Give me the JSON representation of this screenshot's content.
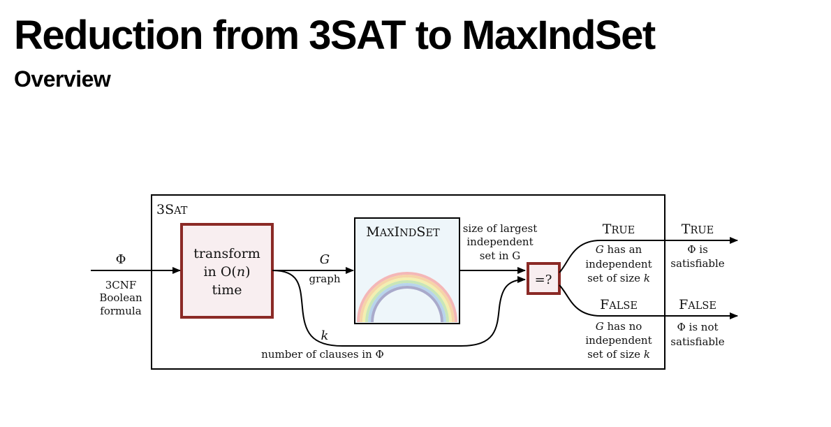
{
  "title": "Reduction from 3SAT to MaxIndSet",
  "subtitle": "Overview",
  "diagram": {
    "outer_label": {
      "first": "3S",
      "rest": "AT"
    },
    "input": {
      "symbol": "Φ",
      "desc": [
        "3CNF",
        "Boolean",
        "formula"
      ]
    },
    "transform": {
      "lines": [
        "transform",
        "in O(",
        "n",
        ")",
        "time"
      ]
    },
    "graph_edge": {
      "symbol": "G",
      "desc": "graph"
    },
    "k_edge": {
      "symbol": "k",
      "desc": "number of clauses in Φ"
    },
    "solver": {
      "label": {
        "big1": "M",
        "small1": "AX",
        "big2": "I",
        "small2": "ND",
        "big3": "S",
        "small3": "ET"
      }
    },
    "solver_output": [
      "size of largest",
      "independent",
      "set in G"
    ],
    "compare": "=?",
    "true_branch": {
      "label": {
        "big": "T",
        "small": "RUE"
      },
      "desc_g": "G",
      "desc": [
        "has an",
        "independent",
        "set of size"
      ],
      "desc_k": "k"
    },
    "false_branch": {
      "label": {
        "big": "F",
        "small": "ALSE"
      },
      "desc_g": "G",
      "desc": [
        "has no",
        "independent",
        "set of size"
      ],
      "desc_k": "k"
    },
    "true_out": {
      "label": {
        "big": "T",
        "small": "RUE"
      },
      "desc": [
        "Φ is",
        "satisfiable"
      ]
    },
    "false_out": {
      "label": {
        "big": "F",
        "small": "ALSE"
      },
      "desc": [
        "Φ is not",
        "satisfiable"
      ]
    }
  },
  "colors": {
    "box_border": "#8b2a26",
    "box_fill": "#f8eef0",
    "solver_fill": "#eef6fa",
    "line": "#000000"
  }
}
